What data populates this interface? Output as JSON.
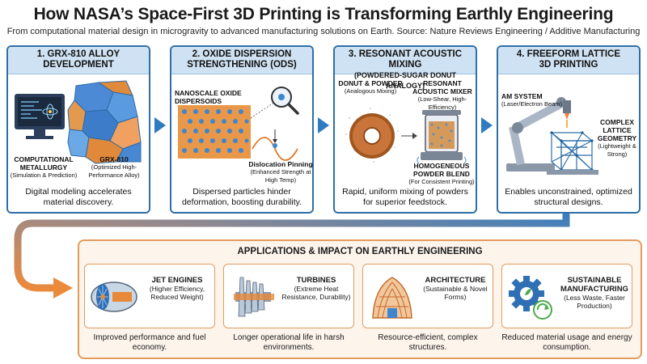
{
  "header": {
    "title": "How NASA’s Space-First 3D Printing is Transforming Earthly Engineering",
    "subtitle": "From computational material design in microgravity to advanced manufacturing solutions on Earth. Source: Nature Reviews Engineering / Additive Manufacturing"
  },
  "steps": [
    {
      "heading_line1": "1. GRX-810 ALLOY",
      "heading_line2": "DEVELOPMENT",
      "label_a": "COMPUTATIONAL METALLURGY",
      "label_a_sub": "(Simulation & Prediction)",
      "label_b": "GRX-810",
      "label_b_sub": "(Optimized High-Performance Alloy)",
      "caption": "Digital modeling accelerates material discovery."
    },
    {
      "heading_line1": "2. OXIDE DISPERSION",
      "heading_line2": "STRENGTHENING (ODS)",
      "label_a": "NANOSCALE OXIDE DISPERSOIDS",
      "label_b": "Dislocation Pinning",
      "label_b_sub": "(Enhanced Strength at High Temp)",
      "caption": "Dispersed particles hinder deformation, boosting durability."
    },
    {
      "heading_line1": "3. RESONANT ACOUSTIC MIXING",
      "heading_line2": "(POWDERED-SUGAR DONUT ANALOGY)",
      "label_a": "DONUT & POWDER",
      "label_a_sub": "(Analogous Mixing)",
      "label_b": "RESONANT ACOUSTIC MIXER",
      "label_b_sub": "(Low-Shear, High-Efficiency)",
      "label_c": "HOMOGENEOUS POWDER BLEND",
      "label_c_sub": "(For Consistent Printing)",
      "caption": "Rapid, uniform mixing of powders for superior feedstock."
    },
    {
      "heading_line1": "4. FREEFORM LATTICE",
      "heading_line2": "3D PRINTING",
      "label_a": "AM SYSTEM",
      "label_a_sub": "(Laser/Electron Beam)",
      "label_b": "COMPLEX LATTICE GEOMETRY",
      "label_b_sub": "(Lightweight & Strong)",
      "caption": "Enables unconstrained, optimized structural designs."
    }
  ],
  "impact": {
    "title": "APPLICATIONS & IMPACT ON EARTHLY ENGINEERING",
    "apps": [
      {
        "name": "JET ENGINES",
        "detail": "(Higher Efficiency, Reduced Weight)",
        "caption": "Improved performance and fuel economy.",
        "icon": "jet-engine-icon"
      },
      {
        "name": "TURBINES",
        "detail": "(Extreme Heat Resistance, Durability)",
        "caption": "Longer operational life in harsh environments.",
        "icon": "turbine-icon"
      },
      {
        "name": "ARCHITECTURE",
        "detail": "(Sustainable & Novel Forms)",
        "caption": "Resource-efficient, complex structures.",
        "icon": "building-icon"
      },
      {
        "name": "SUSTAINABLE MANUFACTURING",
        "detail": "(Less Waste, Faster Production)",
        "caption": "Reduced material usage and energy consumption.",
        "icon": "gear-recycle-icon"
      }
    ]
  },
  "colors": {
    "step_border": "#2e6fa8",
    "step_header": "#cfe2f3",
    "flow_arrow": "#2e7bc0",
    "impact_border": "#e39b5c",
    "impact_fill": "#fdf4ec",
    "curve_gradient_start": "#3a7fc0",
    "curve_gradient_end": "#ec8a3c"
  }
}
